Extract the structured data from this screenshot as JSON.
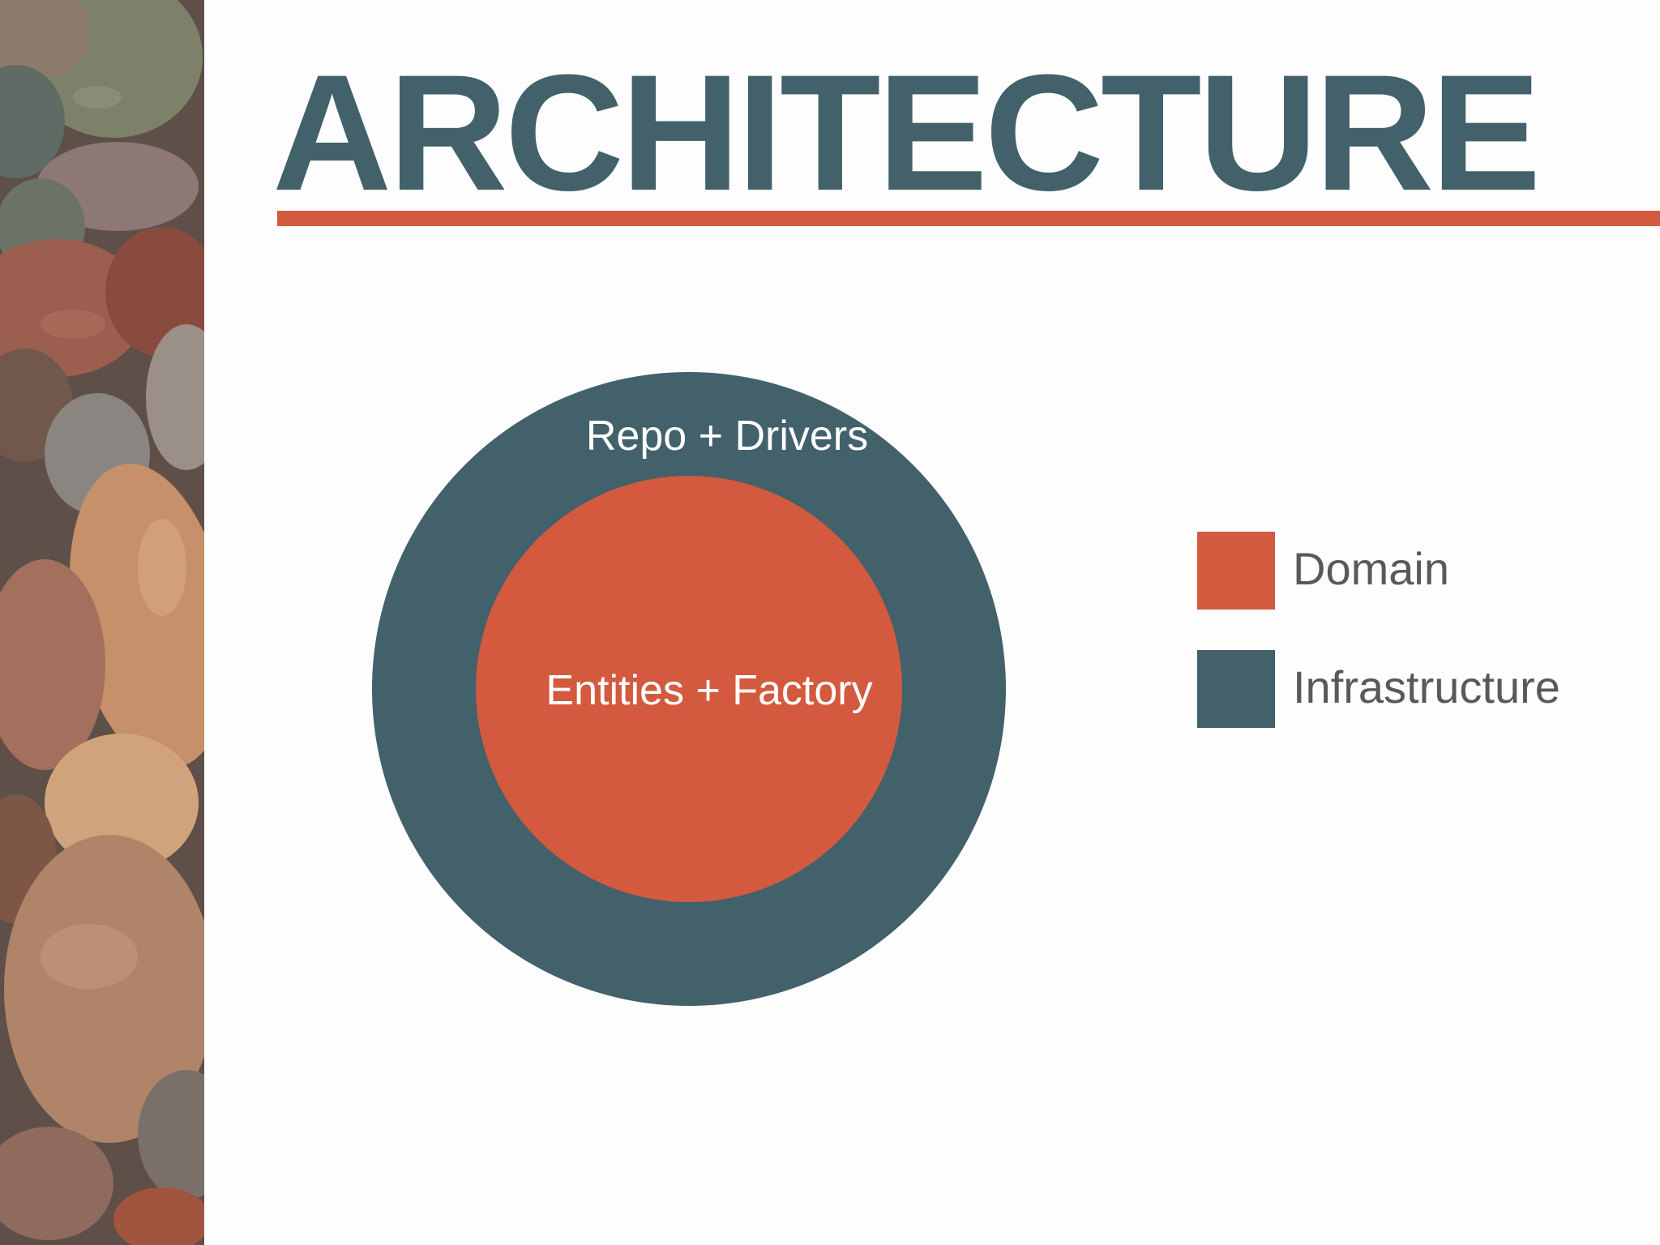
{
  "slide": {
    "title": "ARCHITECTURE",
    "accent_color": "#d35a3e",
    "dark_color": "#42616b",
    "background_color": "#fdfdfd"
  },
  "decoration": {
    "image": "pebbles-photo"
  },
  "diagram": {
    "outer_ring_label": "Repo + Drivers",
    "inner_core_label": "Entities + Factory",
    "outer_color": "#42616b",
    "inner_color": "#d35a3e"
  },
  "legend": {
    "items": [
      {
        "label": "Domain",
        "color": "#d35a3e"
      },
      {
        "label": "Infrastructure",
        "color": "#42616b"
      }
    ]
  }
}
